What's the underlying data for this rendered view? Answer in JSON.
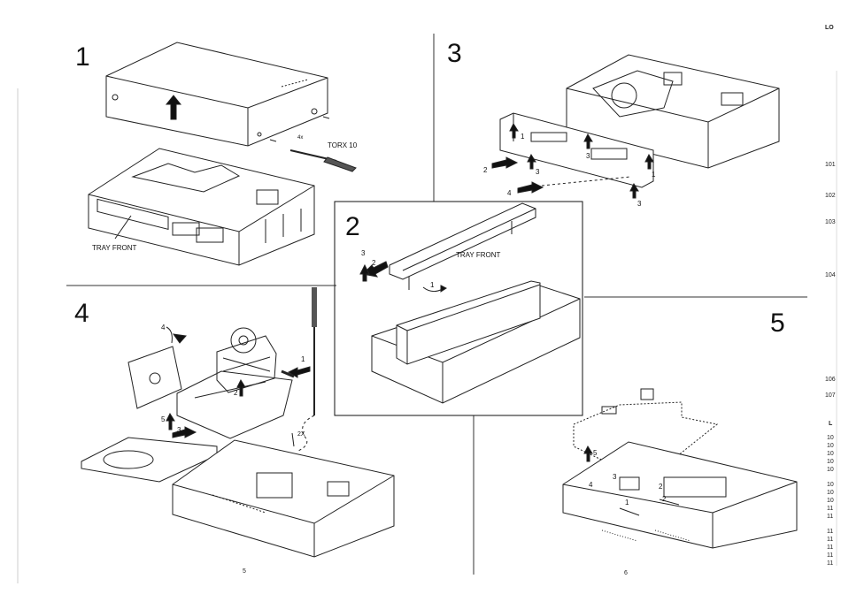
{
  "steps": {
    "step1": {
      "number": "1",
      "label_tray_front": "TRAY  FRONT",
      "label_screw_count": "4x",
      "label_torx": "TORX  10"
    },
    "step2": {
      "number": "2",
      "label_tray_front": "TRAY  FRONT",
      "callouts": [
        "3",
        "2",
        "1"
      ]
    },
    "step3": {
      "number": "3",
      "callouts": [
        "1",
        "2",
        "3",
        "1",
        "4",
        "3",
        "3"
      ]
    },
    "step4": {
      "number": "4",
      "callouts": [
        "4",
        "2",
        "1",
        "5",
        "3",
        "2X"
      ]
    },
    "step5": {
      "number": "5",
      "callouts": [
        "5",
        "4",
        "3",
        "1",
        "2",
        "2"
      ]
    }
  },
  "page_numbers": {
    "left": "5",
    "right": "6"
  },
  "right_margin": {
    "header": "LO",
    "codes": [
      "101",
      "102",
      "103",
      "104",
      "106",
      "107",
      "L"
    ],
    "list_lines": [
      "10",
      "10",
      "10",
      "10",
      "10",
      "10",
      "10",
      "10",
      "11",
      "11",
      "11",
      "11",
      "11",
      "11",
      "11"
    ]
  }
}
